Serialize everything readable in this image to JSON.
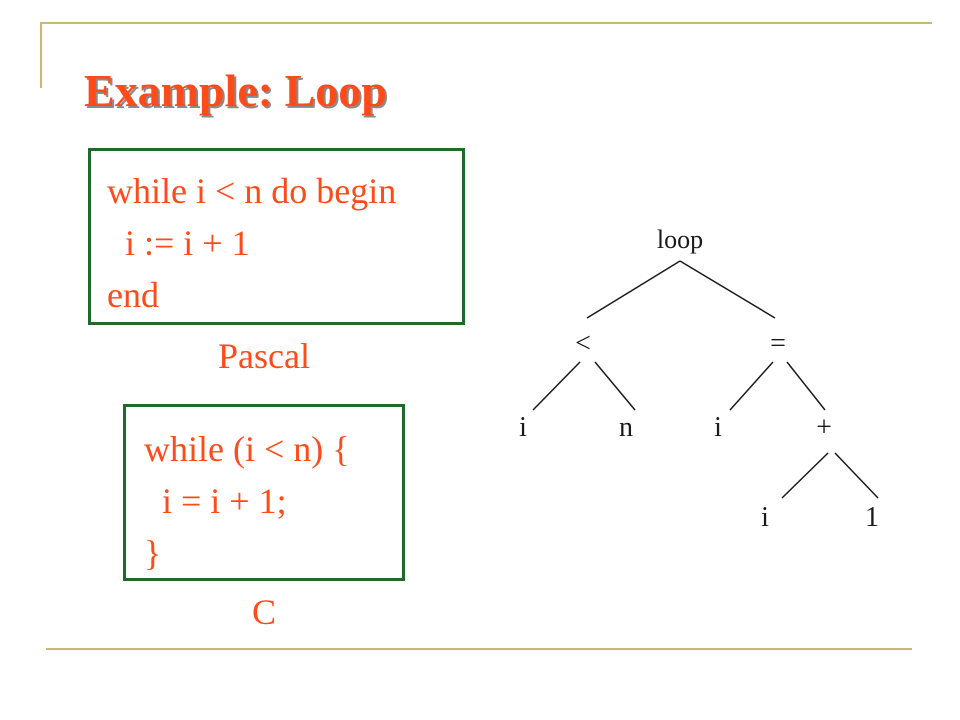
{
  "slide": {
    "title": "Example: Loop",
    "pascal": {
      "lines": [
        "while i < n do begin",
        "  i := i + 1",
        "end"
      ],
      "caption": "Pascal"
    },
    "c": {
      "lines": [
        "while (i < n) {",
        "  i = i + 1;",
        "}"
      ],
      "caption": "C"
    }
  },
  "tree": {
    "nodes": {
      "root": "loop",
      "lt": "<",
      "assign": "=",
      "lt_i": "i",
      "lt_n": "n",
      "assign_i": "i",
      "plus": "+",
      "plus_i": "i",
      "plus_1": "1"
    }
  },
  "colors": {
    "accent": "#ff4a1a",
    "box_border": "#1e6a2a",
    "rule": "#c8b870",
    "tree_text": "#1a1a1a"
  }
}
